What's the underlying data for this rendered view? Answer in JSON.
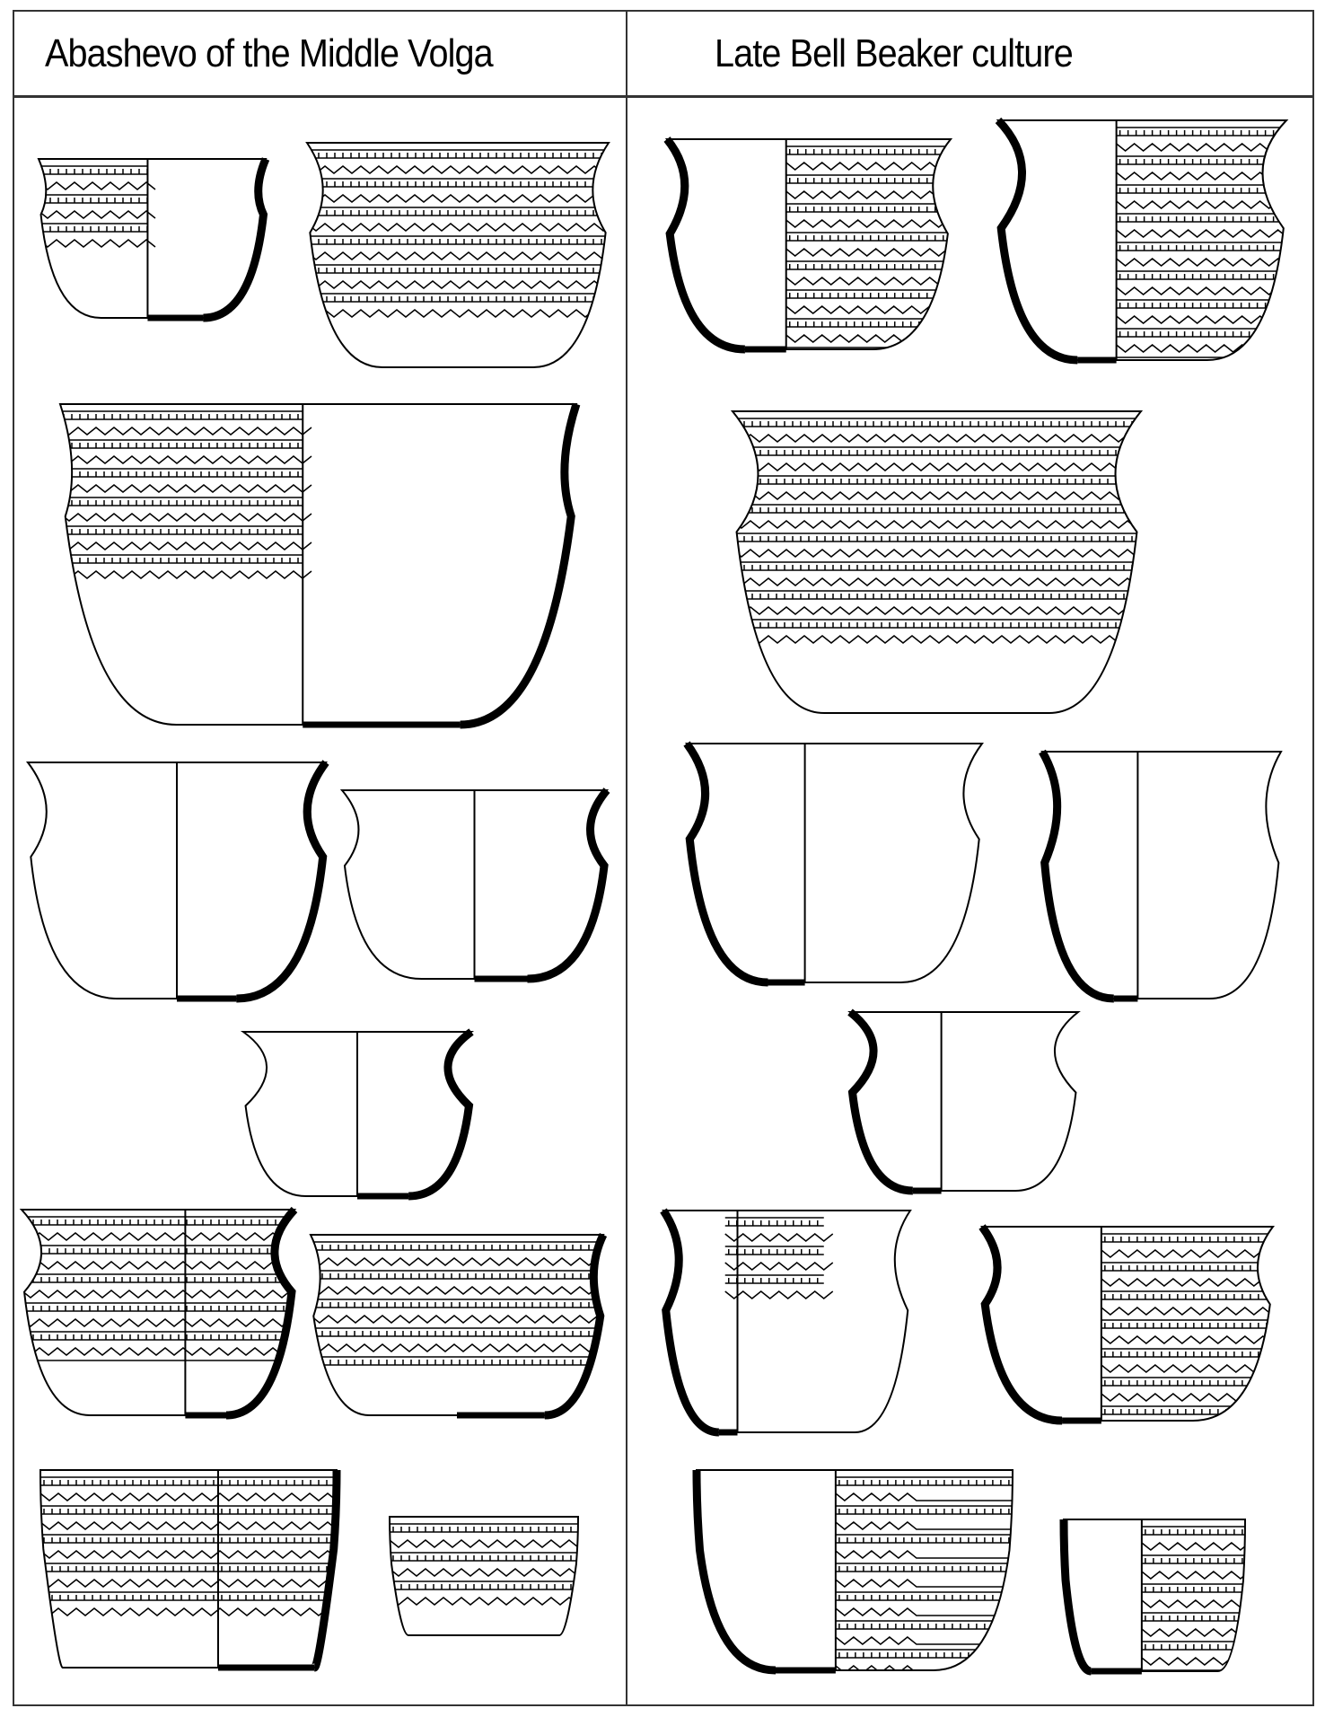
{
  "header": {
    "left_title": "Abashevo of the Middle Volga",
    "right_title": "Late Bell Beaker culture"
  },
  "panels": [
    {
      "name": "abashevo",
      "pot_count": 10
    },
    {
      "name": "late-bell-beaker",
      "pot_count": 10
    }
  ]
}
